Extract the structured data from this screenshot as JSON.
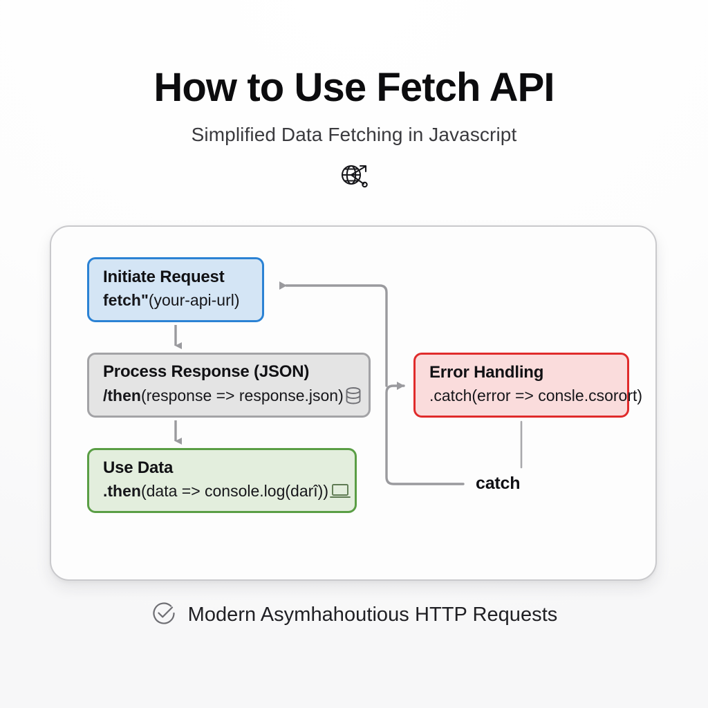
{
  "header": {
    "title": "How to Use Fetch API",
    "subtitle": "Simplified Data Fetching in Javascript",
    "icon": "globe-network-icon"
  },
  "diagram": {
    "nodes": [
      {
        "id": "initiate-request",
        "title": "Initiate Request",
        "code_bold": "fetch\"",
        "code_rest": "(your-api-url)",
        "icon": "",
        "fill": "#d4e5f5",
        "border": "#2b82d4"
      },
      {
        "id": "process-response",
        "title": "Process Response (JSON)",
        "code_bold": "/then",
        "code_rest": "(response => response.json)",
        "icon": "database-icon",
        "fill": "#e4e4e4",
        "border": "#a3a3a6"
      },
      {
        "id": "use-data",
        "title": "Use Data",
        "code_bold": ".then",
        "code_rest": "(data => console.log(darî))",
        "icon": "laptop-icon",
        "fill": "#e3eedd",
        "border": "#5a9e45"
      },
      {
        "id": "error-handling",
        "title": "Error Handling",
        "code_bold": "",
        "code_rest": ".catch(error => consle.csorort)",
        "icon": "",
        "fill": "#fadcdc",
        "border": "#e02b2b"
      }
    ],
    "catch_label": "catch",
    "connector_color": "#9a9a9e",
    "card_border": "#c9c9cc"
  },
  "footer": {
    "icon": "check-circle-icon",
    "text": "Modern Asymhahoutious HTTP Requests"
  }
}
